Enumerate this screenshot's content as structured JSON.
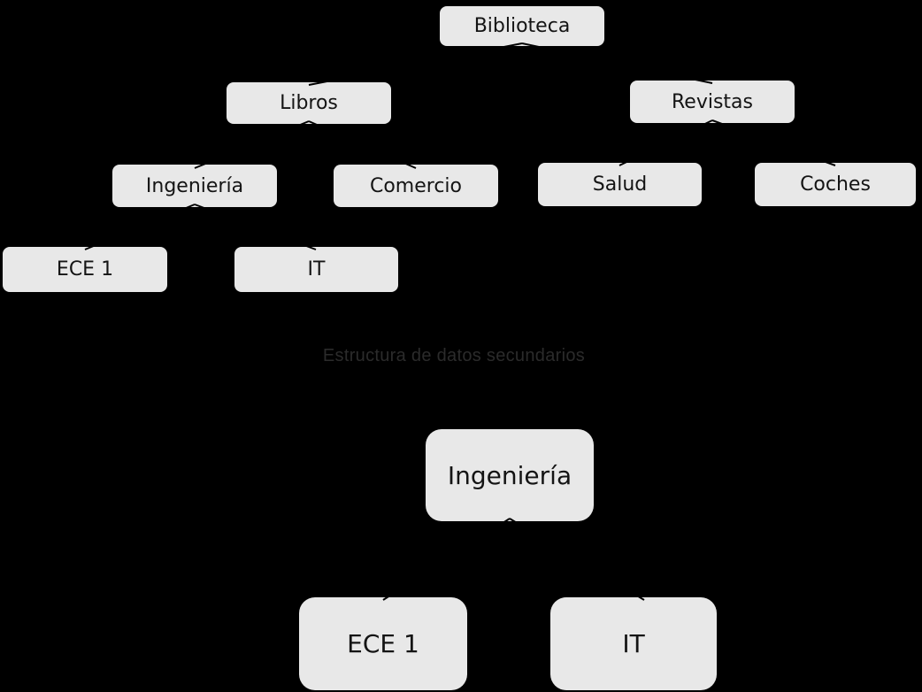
{
  "diagram": {
    "background_color": "#000000",
    "node_fill_color": "#e8e8e8",
    "node_text_color": "#141414",
    "edge_color": "#000000",
    "caption": {
      "text": "Estructura de datos secundarios",
      "color": "#2b2b2b"
    },
    "tree_primary": {
      "nodes": [
        {
          "label": "Biblioteca"
        },
        {
          "label": "Libros"
        },
        {
          "label": "Revistas"
        },
        {
          "label": "Ingeniería"
        },
        {
          "label": "Comercio"
        },
        {
          "label": "Salud"
        },
        {
          "label": "Coches"
        },
        {
          "label": "ECE 1"
        },
        {
          "label": "IT"
        }
      ],
      "edges": [
        {
          "from": "Biblioteca",
          "to": "Libros"
        },
        {
          "from": "Biblioteca",
          "to": "Revistas"
        },
        {
          "from": "Libros",
          "to": "Ingeniería"
        },
        {
          "from": "Libros",
          "to": "Comercio"
        },
        {
          "from": "Revistas",
          "to": "Salud"
        },
        {
          "from": "Revistas",
          "to": "Coches"
        },
        {
          "from": "Ingeniería",
          "to": "ECE 1"
        },
        {
          "from": "Ingeniería",
          "to": "IT"
        }
      ]
    },
    "tree_secondary": {
      "nodes": [
        {
          "label": "Ingeniería"
        },
        {
          "label": "ECE 1"
        },
        {
          "label": "IT"
        }
      ],
      "edges": [
        {
          "from": "Ingeniería",
          "to": "ECE 1"
        },
        {
          "from": "Ingeniería",
          "to": "IT"
        }
      ]
    }
  }
}
